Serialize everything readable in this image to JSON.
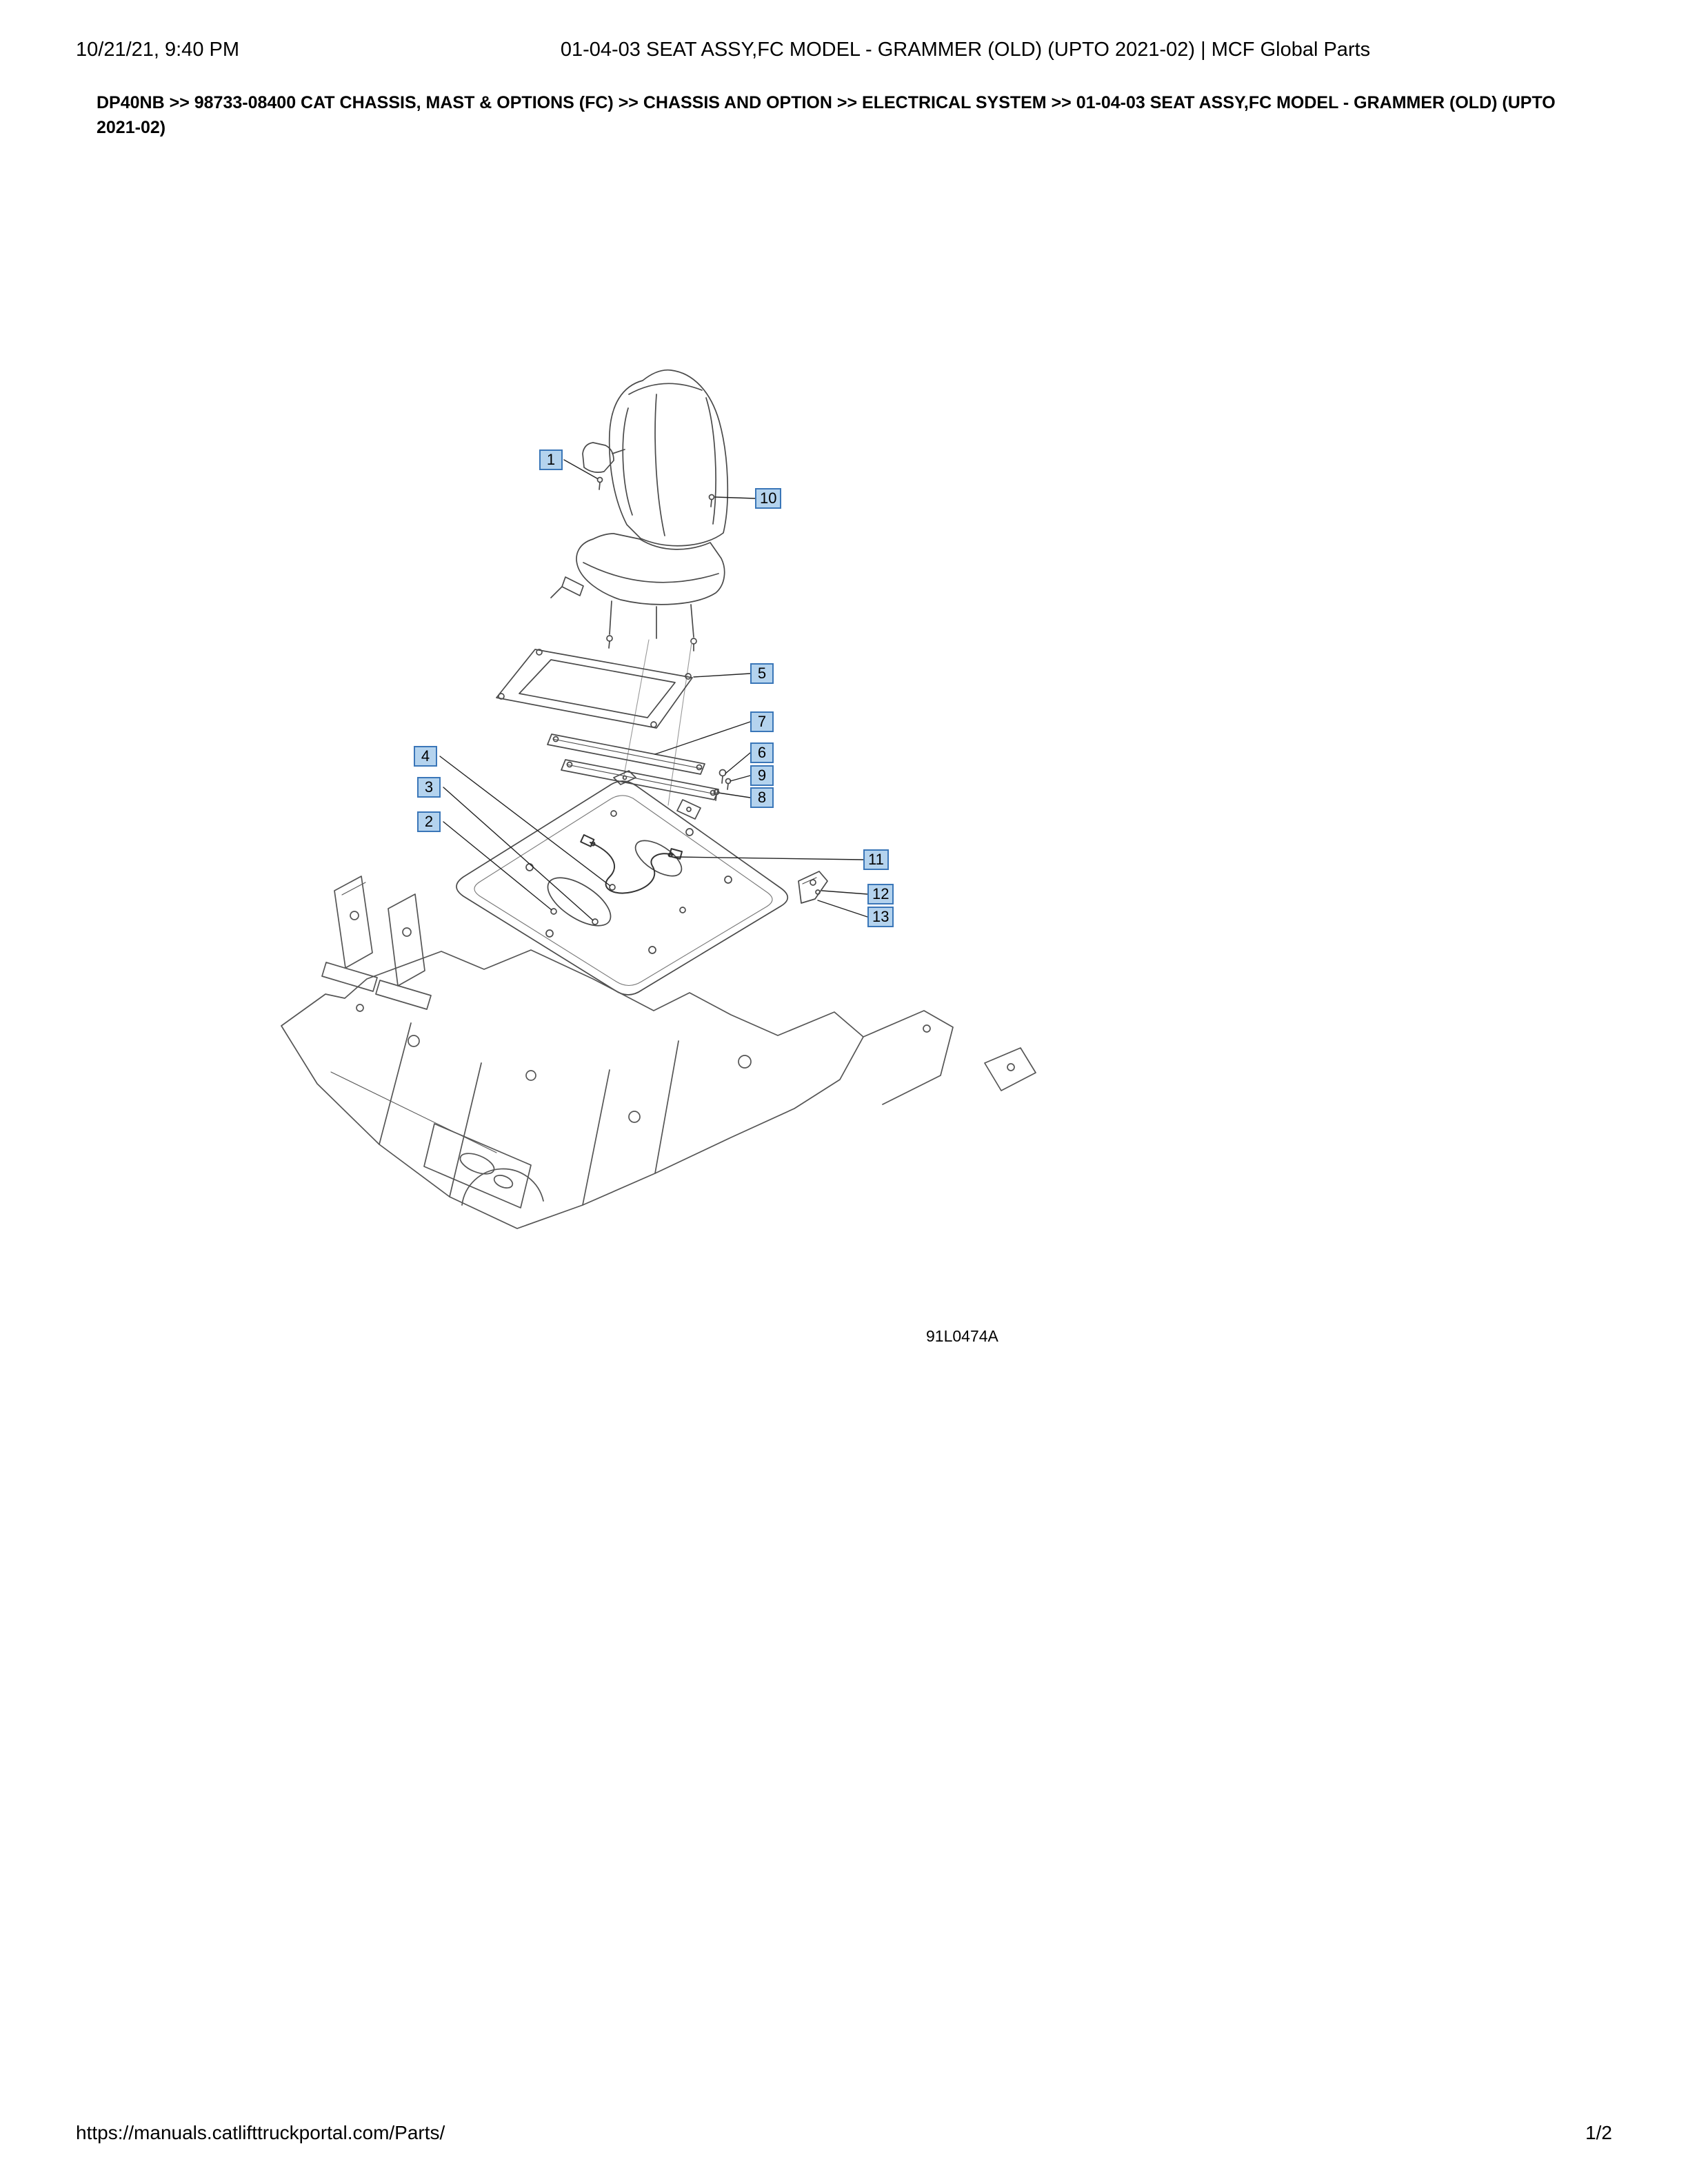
{
  "header": {
    "timestamp": "10/21/21, 9:40 PM",
    "title": "01-04-03 SEAT ASSY,FC MODEL - GRAMMER (OLD) (UPTO 2021-02) | MCF Global Parts"
  },
  "breadcrumb": {
    "path": "DP40NB >> 98733-08400 CAT CHASSIS, MAST & OPTIONS (FC) >> CHASSIS AND OPTION >> ELECTRICAL SYSTEM >> 01-04-03 SEAT ASSY,FC MODEL - GRAMMER (OLD) (UPTO 2021-02)"
  },
  "diagram": {
    "figure_code": "91L0474A",
    "description": "Exploded parts view of seat assembly (Grammer seat, suspension frame, slide rails, floor plate cover, wiring harness, chassis frame)",
    "callouts": [
      {
        "label": "1"
      },
      {
        "label": "2"
      },
      {
        "label": "3"
      },
      {
        "label": "4"
      },
      {
        "label": "5"
      },
      {
        "label": "6"
      },
      {
        "label": "7"
      },
      {
        "label": "8"
      },
      {
        "label": "9"
      },
      {
        "label": "10"
      },
      {
        "label": "11"
      },
      {
        "label": "12"
      },
      {
        "label": "13"
      }
    ]
  },
  "footer": {
    "url": "https://manuals.catlifttruckportal.com/Parts/",
    "page_indicator": "1/2"
  },
  "colors": {
    "callout_bg": "#b4d3ee",
    "callout_border": "#3a76b8",
    "line_art": "#4a4a4a"
  }
}
